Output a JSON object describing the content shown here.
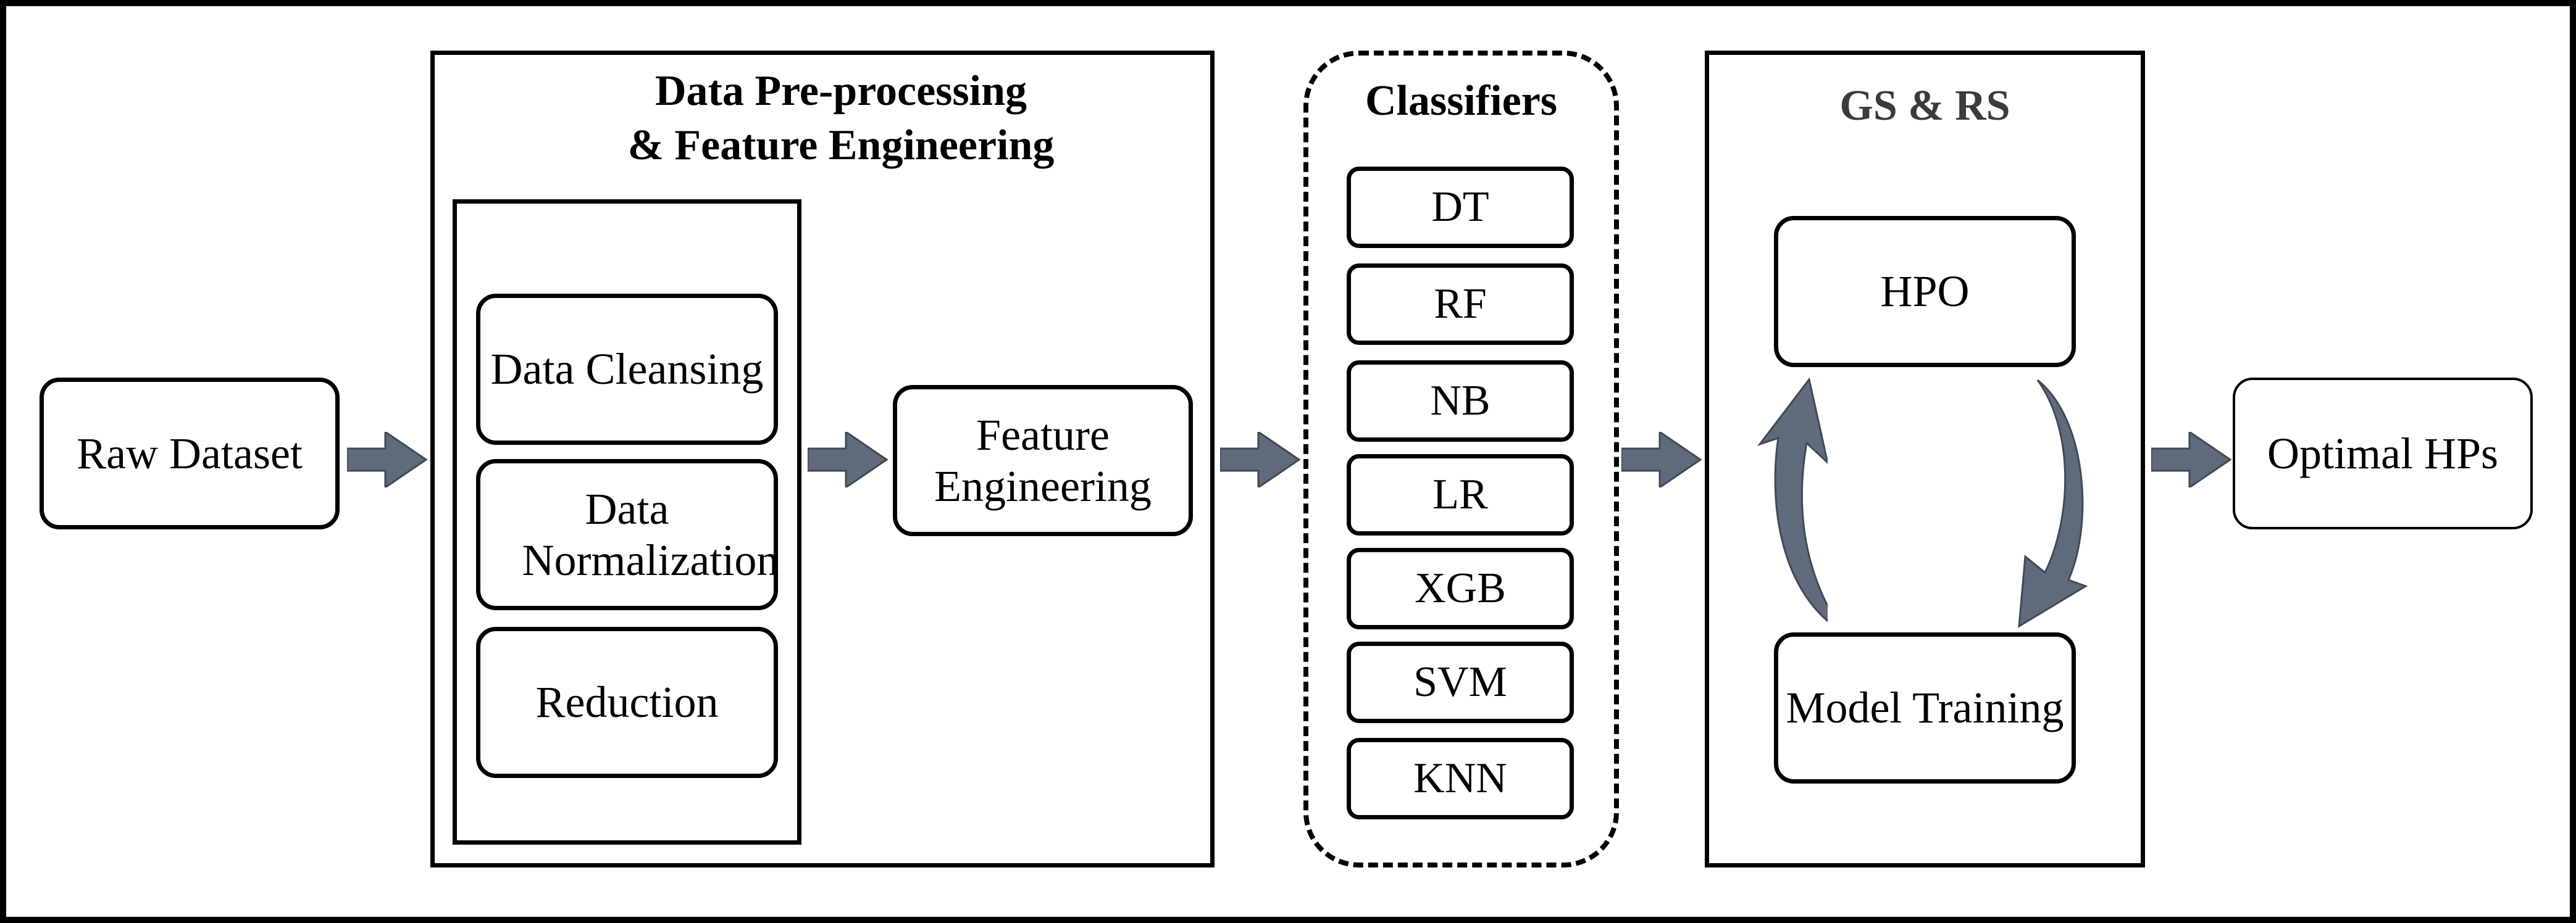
{
  "input": {
    "label": "Raw Dataset"
  },
  "preprocessing": {
    "title_line1": "Data Pre-processing",
    "title_line2": "& Feature Engineering",
    "steps": [
      "Data Cleansing",
      "Data Normalization",
      "Reduction"
    ],
    "feature_engineering": "Feature Engineering"
  },
  "classifiers": {
    "title": "Classifiers",
    "items": [
      "DT",
      "RF",
      "NB",
      "LR",
      "XGB",
      "SVM",
      "KNN"
    ]
  },
  "optimization": {
    "title": "GS & RS",
    "hpo": "HPO",
    "training": "Model Training"
  },
  "output": {
    "label": "Optimal HPs"
  },
  "colors": {
    "arrow_fill": "#5f6b7a",
    "arrow_stroke": "#3f4a58"
  }
}
